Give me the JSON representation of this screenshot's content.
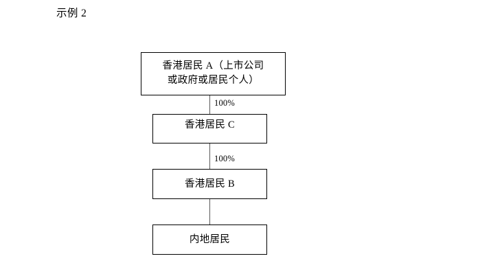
{
  "page": {
    "title": "示例 2",
    "background_color": "#ffffff",
    "text_color": "#000000",
    "line_color": "#595959",
    "box_border_color": "#000000"
  },
  "diagram": {
    "type": "ownership-chain-flowchart",
    "nodes": [
      {
        "id": "a",
        "label": "香港居民 A（上市公司\n或政府或居民个人）",
        "lines": [
          "香港居民 A（上市公司",
          "或政府或居民个人）"
        ]
      },
      {
        "id": "c",
        "label": "香港居民 C",
        "lines": [
          "香港居民 C"
        ]
      },
      {
        "id": "b",
        "label": "香港居民 B",
        "lines": [
          "香港居民 B"
        ]
      },
      {
        "id": "d",
        "label": "内地居民",
        "lines": [
          "内地居民"
        ]
      }
    ],
    "edges": [
      {
        "id": "a-c",
        "from": "a",
        "to": "c",
        "label": "100%"
      },
      {
        "id": "c-b",
        "from": "c",
        "to": "b",
        "label": "100%"
      },
      {
        "id": "b-d",
        "from": "b",
        "to": "d",
        "label": ""
      }
    ]
  }
}
